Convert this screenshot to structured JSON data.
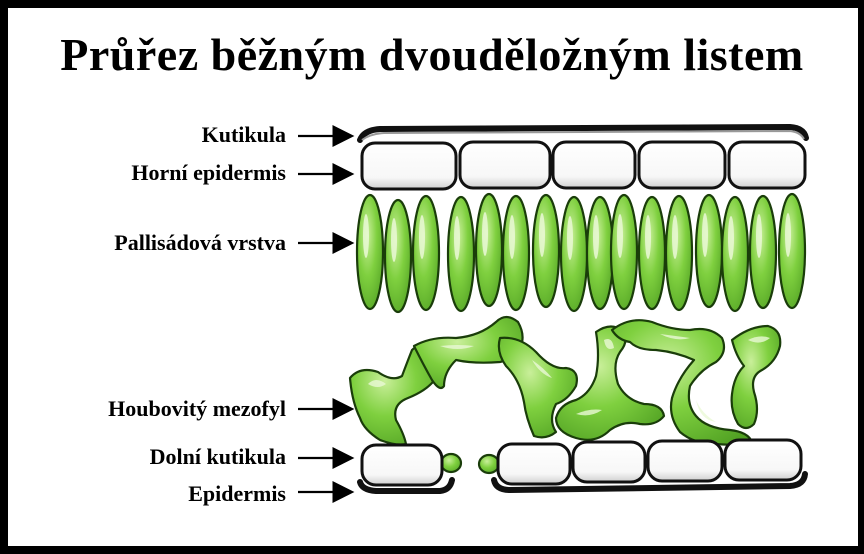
{
  "title": "Průřez běžným dvouděložným listem",
  "labels": {
    "kutikula": "Kutikula",
    "horni_epidermis": "Horní epidermis",
    "palisadova": "Pallisádová vrstva",
    "houbovity": "Houbovitý mezofyl",
    "dolni_kutikula": "Dolní kutikula",
    "epidermis": "Epidermis"
  },
  "colors": {
    "cell_green": "#76c93a",
    "dark_green": "#3f8f1e",
    "highlight": "#e6f7cf",
    "epidermis_fill": "#ffffff",
    "outline": "#111111"
  }
}
